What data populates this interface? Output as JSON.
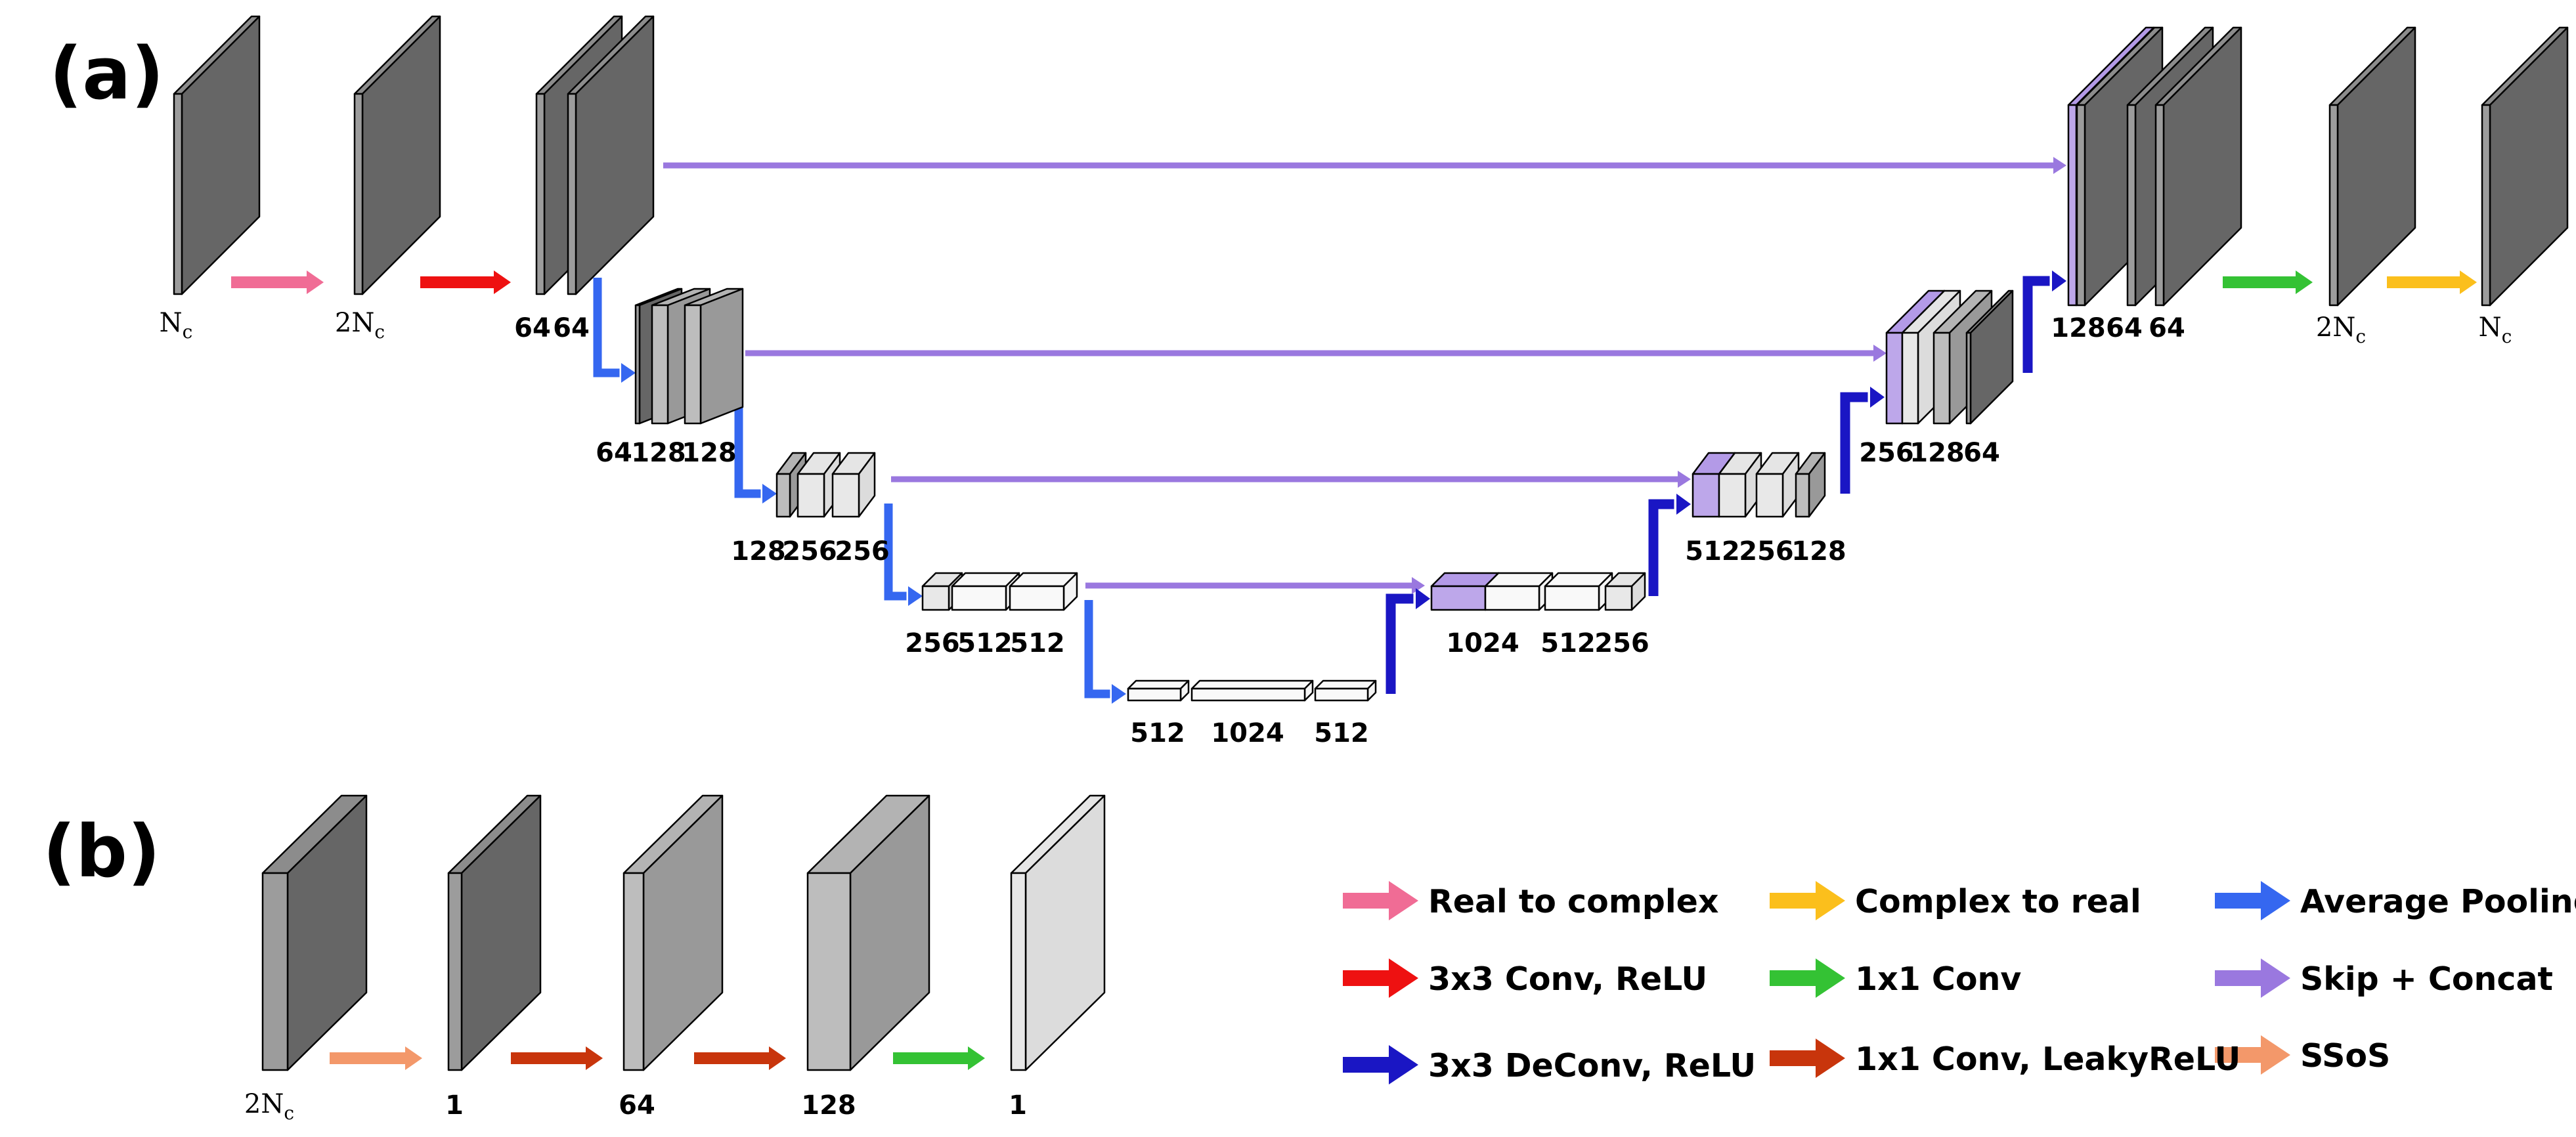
{
  "panels": {
    "a": "(a)",
    "b": "(b)"
  },
  "colors": {
    "real_to_complex": "#f06c95",
    "conv_relu": "#ee1111",
    "deconv_relu": "#1a16c4",
    "complex_to_real": "#fbbf1c",
    "conv1x1": "#34c234",
    "conv1x1_leaky": "#c8350c",
    "avg_pool": "#3567f0",
    "skip_concat": "#9a78df",
    "ssos": "#f3986a",
    "dark_block": "#666666",
    "mid_block": "#999999",
    "light_block": "#dcdcdc",
    "white_block": "#f5f5f5",
    "concat_block": "#9a78df"
  },
  "unet": {
    "enc0": {
      "in": "N",
      "in_sub": "c",
      "mid": "2N",
      "mid_sub": "c",
      "c1": "64",
      "c2": "64"
    },
    "enc1": {
      "c0": "64",
      "c1": "128",
      "c2": "128"
    },
    "enc2": {
      "c0": "128",
      "c1": "256",
      "c2": "256"
    },
    "enc3": {
      "c0": "256",
      "c1": "512",
      "c2": "512"
    },
    "bottleneck": {
      "c0": "512",
      "c1": "1024",
      "c2": "512"
    },
    "dec3": {
      "c0": "1024",
      "c1": "512",
      "c2": "256"
    },
    "dec2": {
      "c0": "512",
      "c1": "256",
      "c2": "128"
    },
    "dec1": {
      "c0": "256",
      "c1": "128",
      "c2": "64"
    },
    "dec0": {
      "c0": "128",
      "c1": "64",
      "c2": "64"
    },
    "out": {
      "mid": "2N",
      "mid_sub": "c",
      "out": "N",
      "out_sub": "c"
    }
  },
  "ssos_net": {
    "l0": "2N",
    "l0_sub": "c",
    "l1": "1",
    "l2": "64",
    "l3": "128",
    "l4": "1"
  },
  "legend": [
    {
      "label": "Real to complex",
      "color": "#f06c95"
    },
    {
      "label": "Complex to real",
      "color": "#fbbf1c"
    },
    {
      "label": "Average Pooling",
      "color": "#3567f0"
    },
    {
      "label": "3x3 Conv, ReLU",
      "color": "#ee1111"
    },
    {
      "label": "1x1 Conv",
      "color": "#34c234"
    },
    {
      "label": "Skip + Concat",
      "color": "#9a78df"
    },
    {
      "label": "3x3 DeConv, ReLU",
      "color": "#1a16c4"
    },
    {
      "label": "1x1 Conv, LeakyReLU",
      "color": "#c8350c"
    },
    {
      "label": "SSoS",
      "color": "#f3986a"
    }
  ]
}
